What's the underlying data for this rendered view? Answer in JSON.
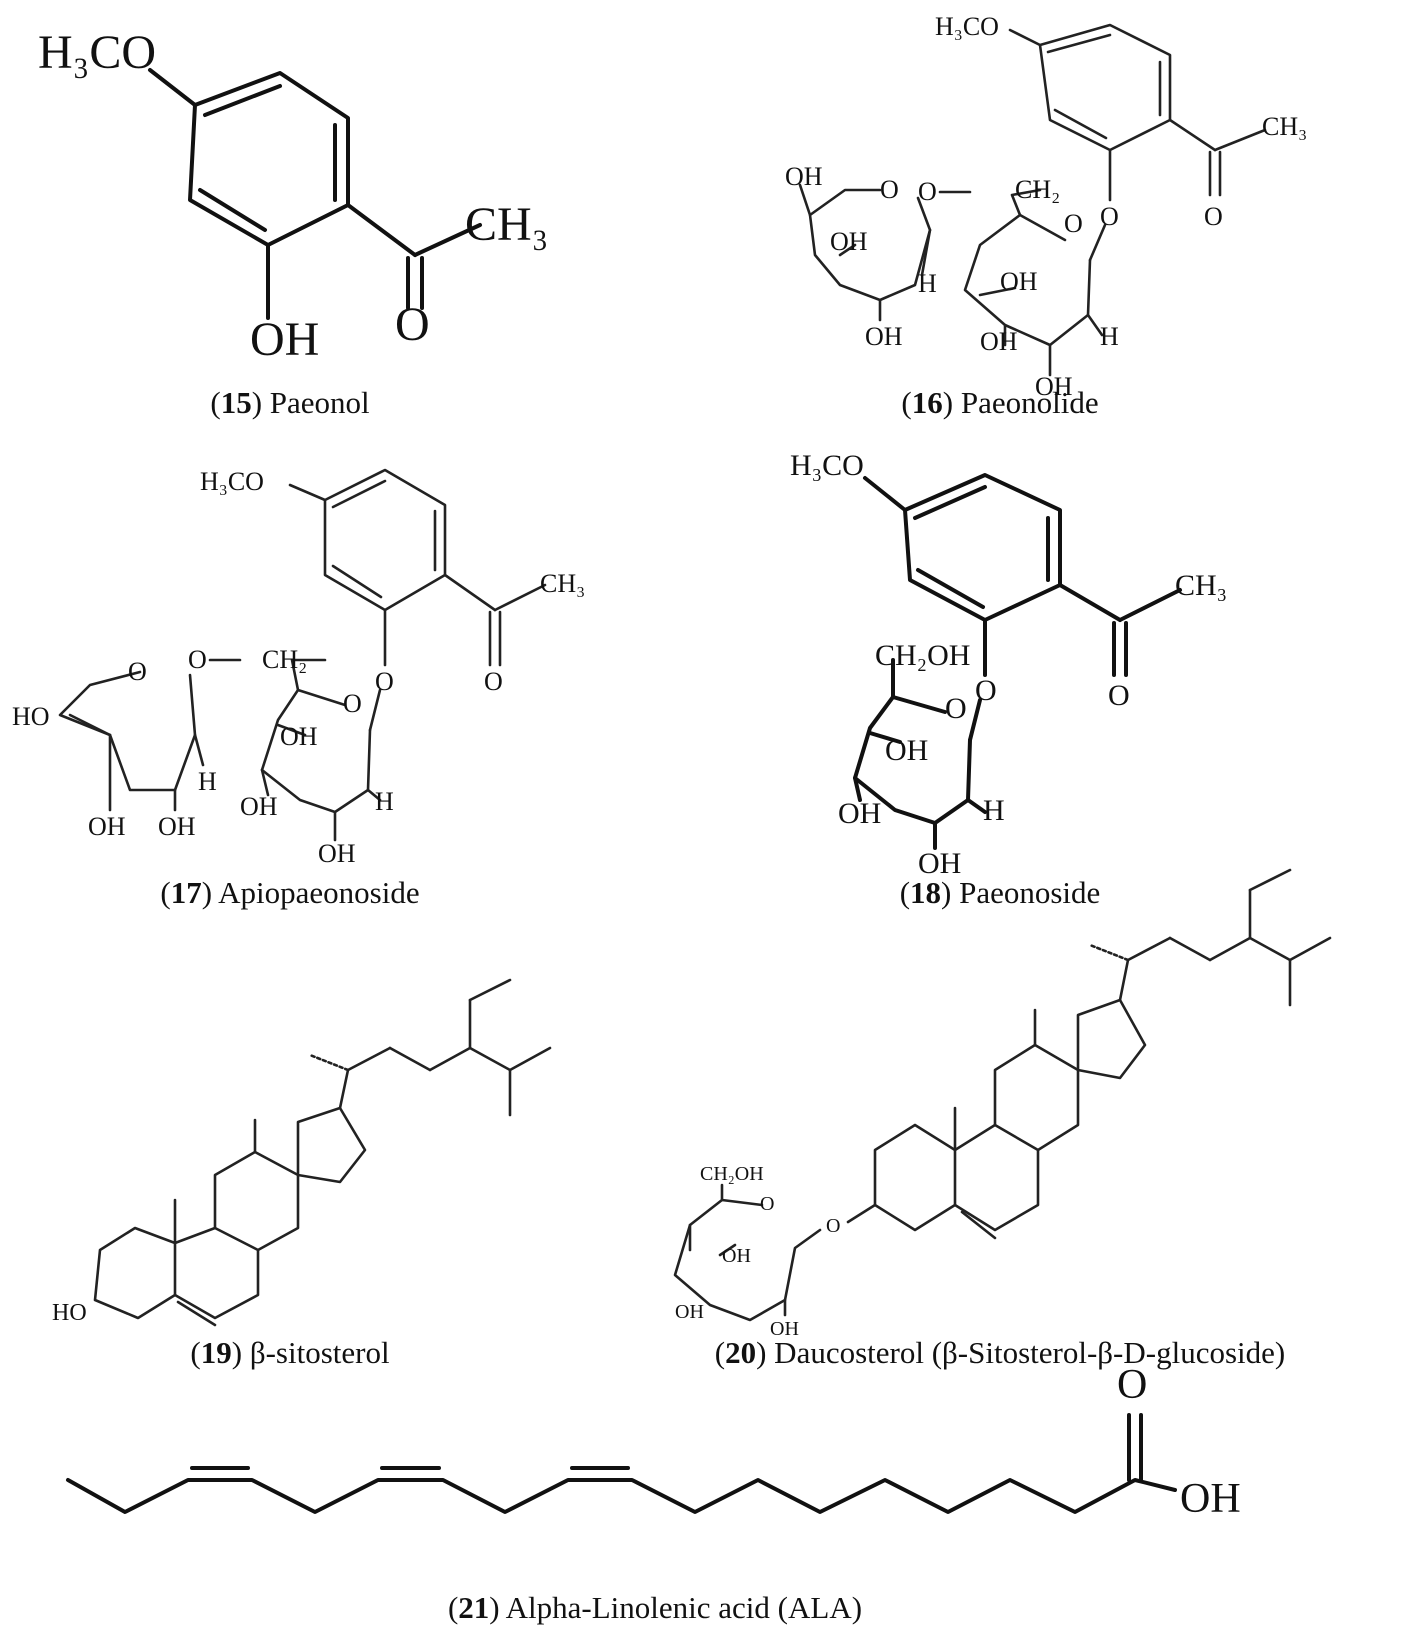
{
  "compounds": [
    {
      "number": "15",
      "name": "Paeonol",
      "labels": {
        "methoxy": "H₃CO",
        "methyl": "CH₃",
        "hydroxyl": "OH",
        "carbonyl_o": "O"
      }
    },
    {
      "number": "16",
      "name": "Paeonolide",
      "labels": {
        "methoxy": "H₃CO",
        "methyl": "CH₃",
        "carbonyl_o": "O",
        "ring_o": "O",
        "glycosidic_o": "O",
        "bridge_o": "O",
        "methylene": "CH₂",
        "hydroxyl": "OH",
        "hydrogen": "H"
      }
    },
    {
      "number": "17",
      "name": "Apiopaeonoside",
      "labels": {
        "methoxy": "H₃CO",
        "methyl": "CH₃",
        "carbonyl_o": "O",
        "ring_o": "O",
        "glycosidic_o": "O",
        "bridge_o": "O",
        "methylene": "CH₂",
        "hydroxyl": "OH",
        "ho": "HO",
        "hydrogen": "H"
      }
    },
    {
      "number": "18",
      "name": "Paeonoside",
      "labels": {
        "methoxy": "H₃CO",
        "methyl": "CH₃",
        "carbonyl_o": "O",
        "ring_o": "O",
        "glycosidic_o": "O",
        "hydroxymethyl": "CH₂OH",
        "hydroxyl": "OH",
        "hydrogen": "H"
      }
    },
    {
      "number": "19",
      "name": "β-sitosterol",
      "labels": {
        "ho": "HO"
      }
    },
    {
      "number": "20",
      "name": "Daucosterol (β-Sitosterol-β-D-glucoside)",
      "labels": {
        "hydroxymethyl": "CH₂OH",
        "ring_o": "O",
        "glycosidic_o": "O",
        "hydroxyl": "OH"
      }
    },
    {
      "number": "21",
      "name": "Alpha-Linolenic acid (ALA)",
      "labels": {
        "carbonyl_o": "O",
        "hydroxyl": "OH"
      }
    }
  ]
}
